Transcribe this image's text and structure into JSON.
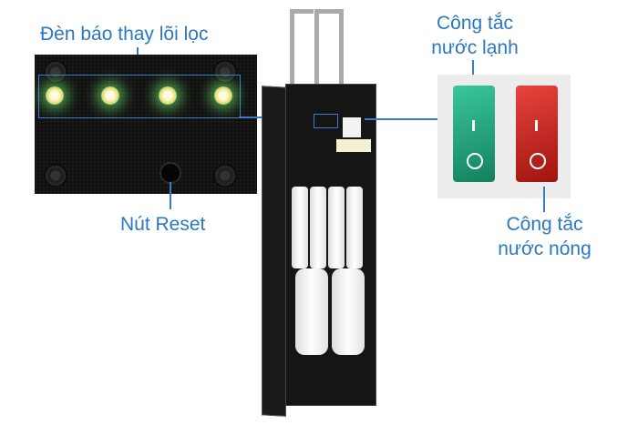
{
  "labels": {
    "filter_indicator": "Đèn báo thay lõi lọc",
    "reset_button": "Nút Reset",
    "cold_switch": [
      "Công tắc",
      "nước lạnh"
    ],
    "hot_switch": [
      "Công tắc",
      "nước nóng"
    ]
  },
  "colors": {
    "label": "#2a78c2",
    "cold_switch": "#1fa07a",
    "hot_switch": "#c8231e"
  }
}
